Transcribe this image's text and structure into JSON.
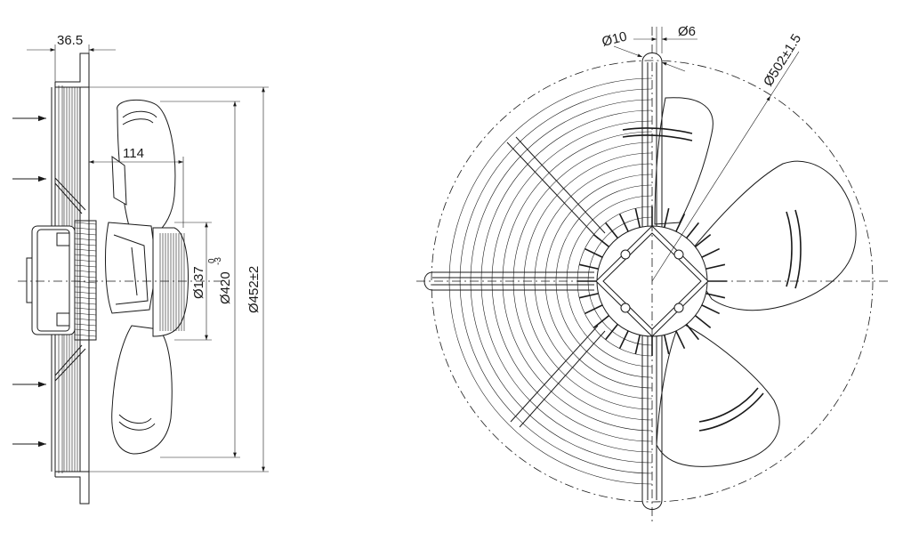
{
  "dimensions": {
    "offset": "36.5",
    "depth": "114",
    "hub_diameter": "Ø137",
    "blade_diameter": "Ø420",
    "blade_tol_upper": "0",
    "blade_tol_lower": "-3",
    "frame_diameter": "Ø452±2",
    "hole_diameter": "Ø10",
    "slot_width": "Ø6",
    "bolt_circle": "Ø502±1.5"
  },
  "airflow_arrows": 4
}
